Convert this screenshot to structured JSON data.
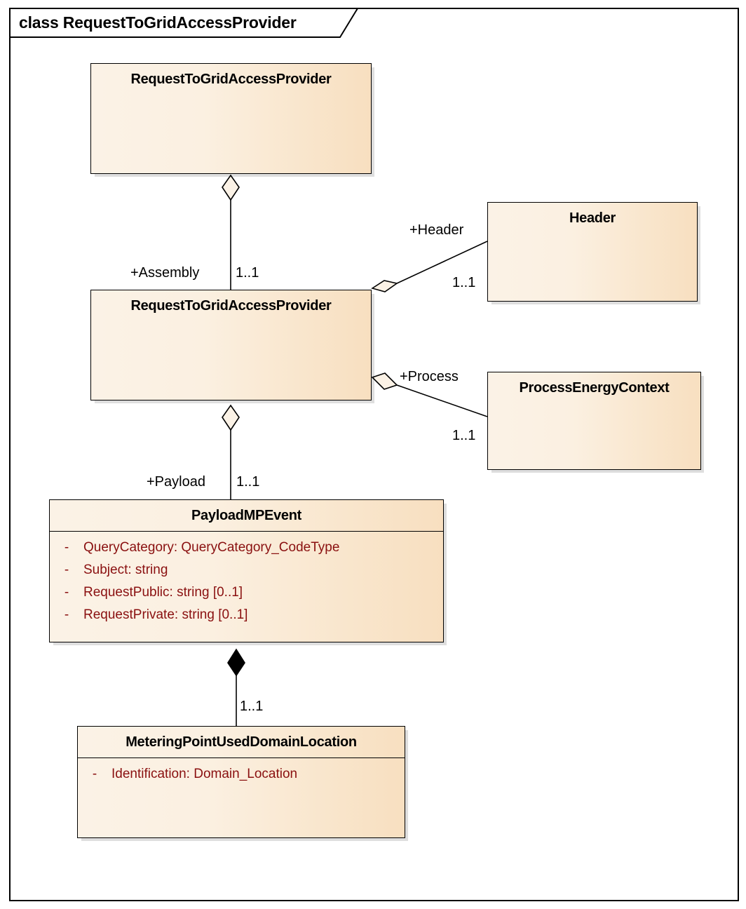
{
  "diagram": {
    "frame_title": "class RequestToGridAccessProvider",
    "accent_fill_light": "#fbf2e6",
    "accent_fill_dark": "#f8dfc0",
    "border_color": "#000000",
    "attribute_text_color": "#8a1010"
  },
  "classes": {
    "root": {
      "name": "RequestToGridAccessProvider",
      "attributes": []
    },
    "assembly": {
      "name": "RequestToGridAccessProvider",
      "attributes": []
    },
    "header": {
      "name": "Header",
      "attributes": []
    },
    "process": {
      "name": "ProcessEnergyContext",
      "attributes": []
    },
    "payload": {
      "name": "PayloadMPEvent",
      "attributes": [
        {
          "visibility": "-",
          "signature": "QueryCategory: QueryCategory_CodeType"
        },
        {
          "visibility": "-",
          "signature": "Subject: string"
        },
        {
          "visibility": "-",
          "signature": "RequestPublic: string [0..1]"
        },
        {
          "visibility": "-",
          "signature": "RequestPrivate: string [0..1]"
        }
      ]
    },
    "metering": {
      "name": "MeteringPointUsedDomainLocation",
      "attributes": [
        {
          "visibility": "-",
          "signature": "Identification: Domain_Location"
        }
      ]
    }
  },
  "relations": {
    "assembly": {
      "role": "+Assembly",
      "multiplicity": "1..1",
      "kind": "aggregation"
    },
    "header": {
      "role": "+Header",
      "multiplicity": "1..1",
      "kind": "aggregation"
    },
    "process": {
      "role": "+Process",
      "multiplicity": "1..1",
      "kind": "aggregation"
    },
    "payload": {
      "role": "+Payload",
      "multiplicity": "1..1",
      "kind": "aggregation"
    },
    "metering": {
      "role": "",
      "multiplicity": "1..1",
      "kind": "composition"
    }
  }
}
